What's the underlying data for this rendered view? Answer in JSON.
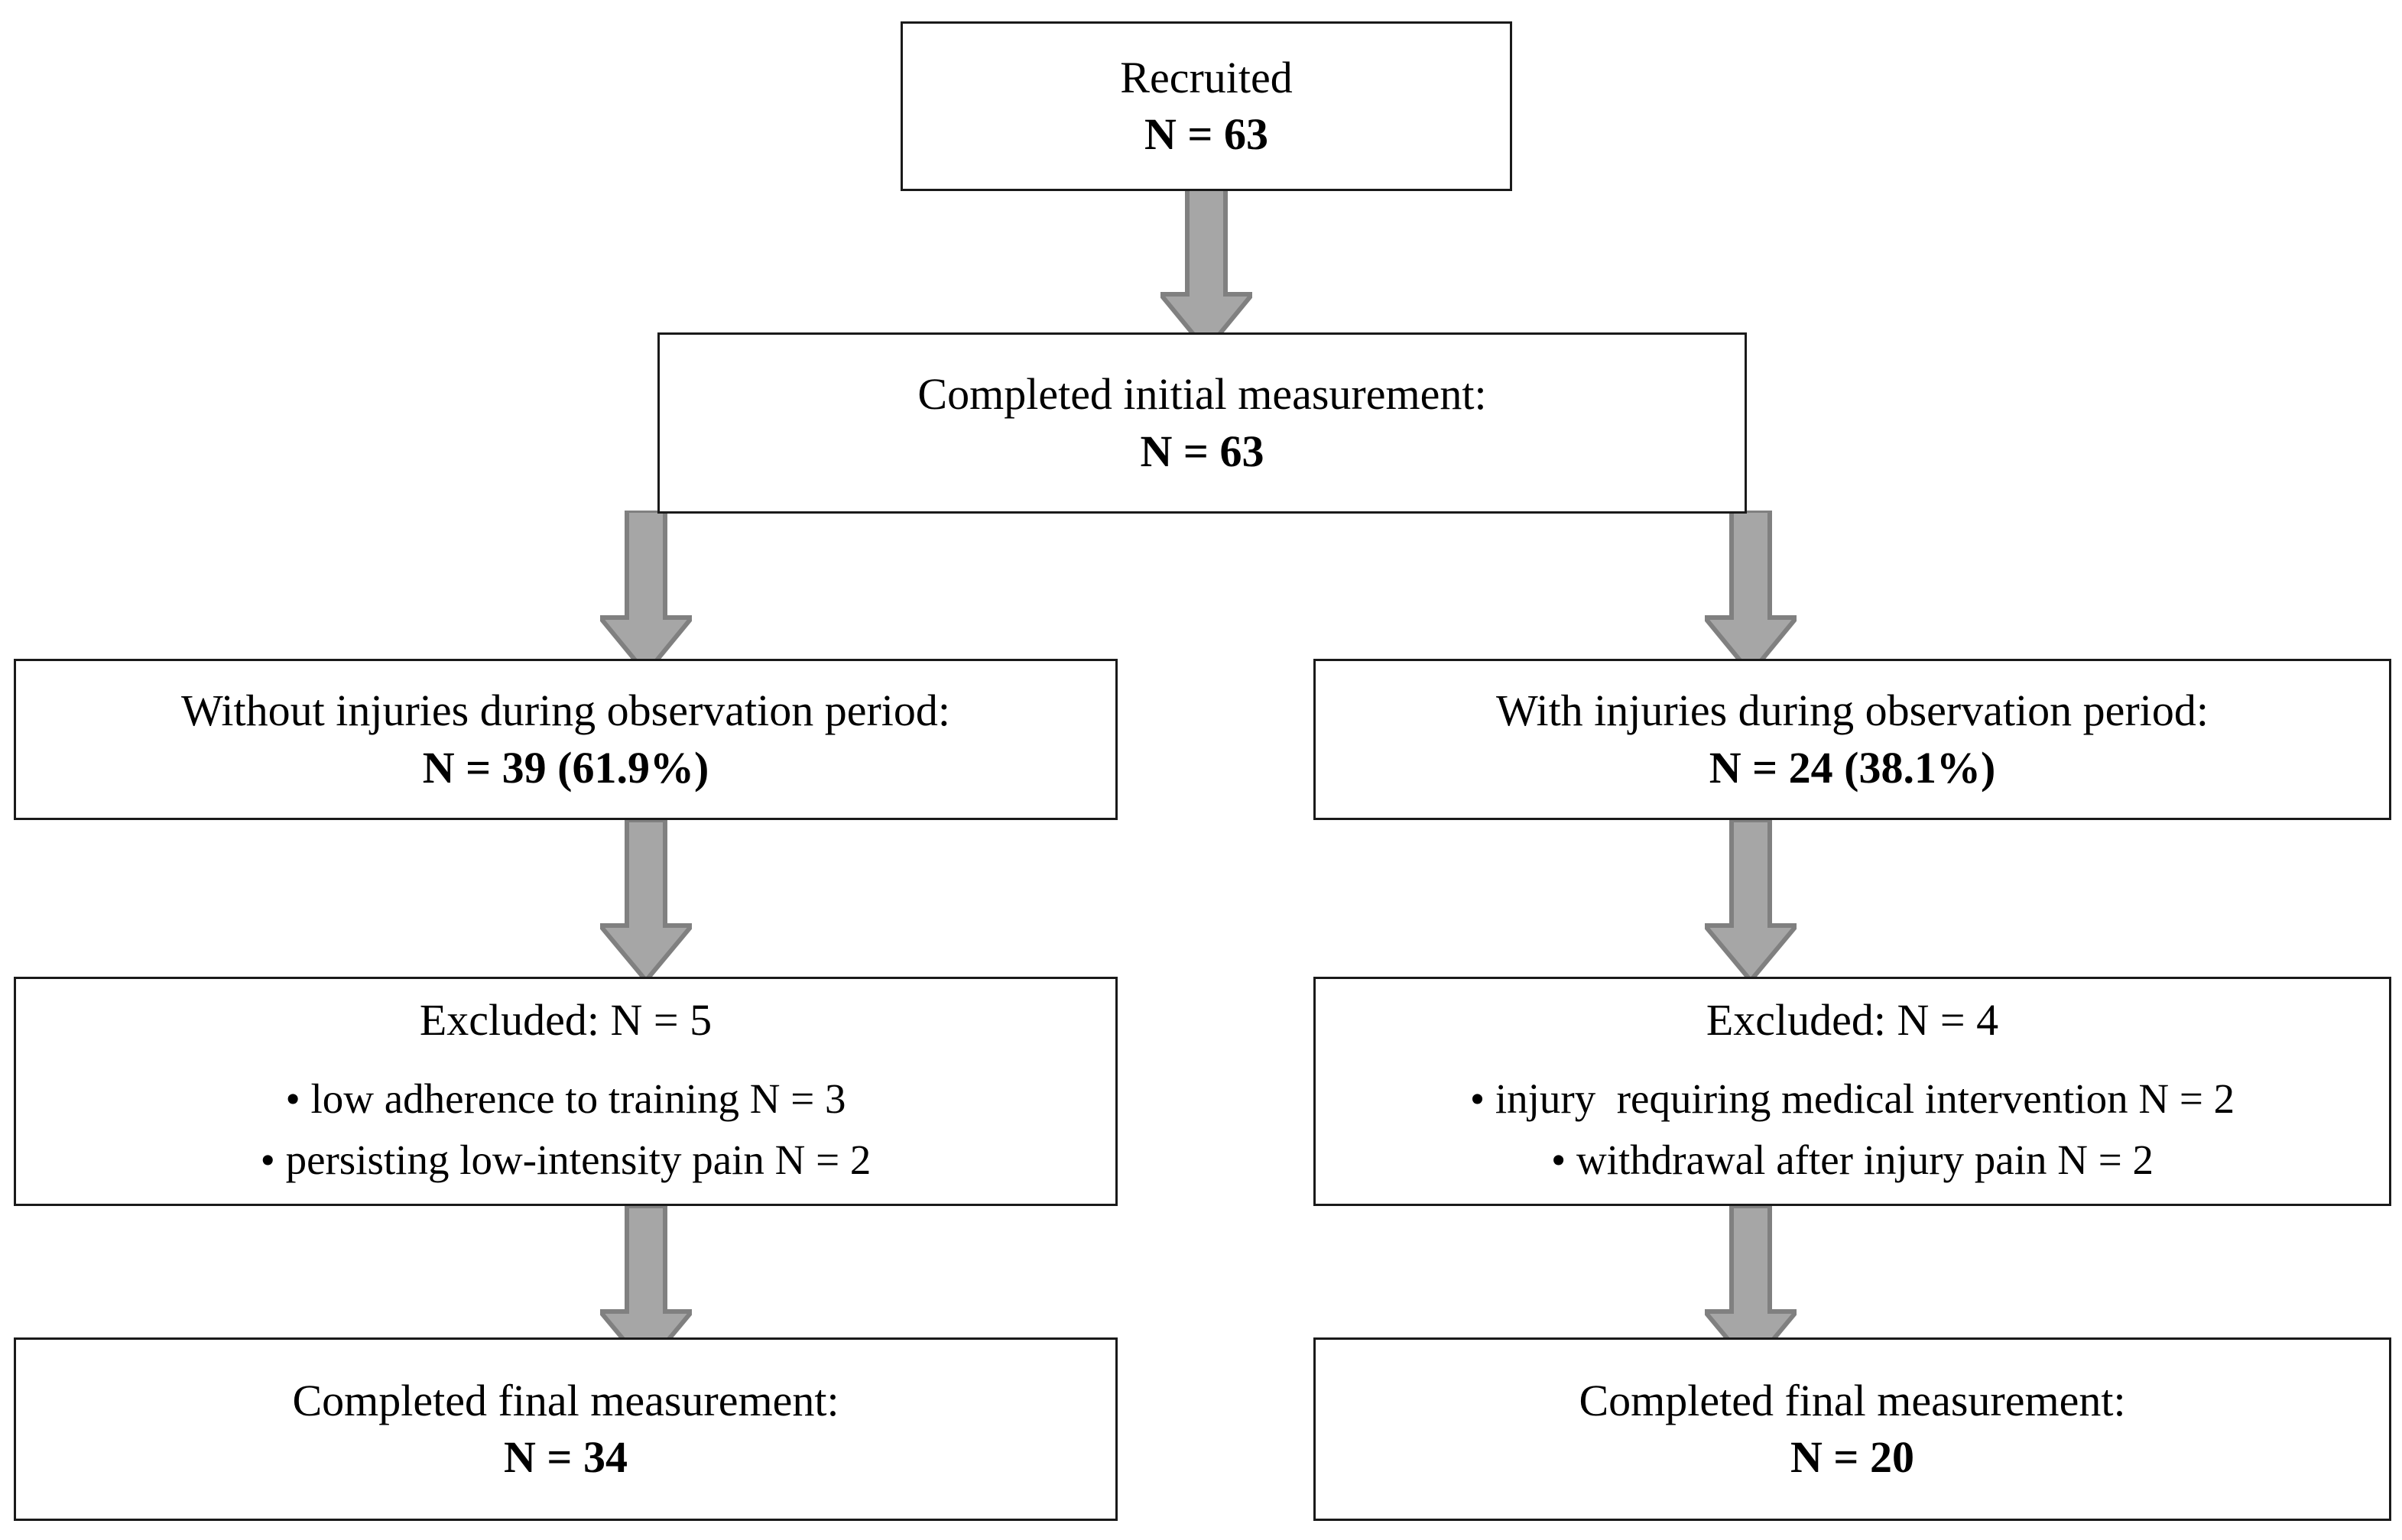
{
  "figure": {
    "type": "flowchart",
    "orientation": "top-down",
    "colors": {
      "box_border": "#1a1a1a",
      "box_fill": "#ffffff",
      "arrow_fill": "#a6a6a6",
      "arrow_stroke": "#808080",
      "text": "#000000"
    }
  },
  "nodes": {
    "recruited": {
      "line1": "Recruited",
      "line2": "N = 63"
    },
    "initial_measurement": {
      "line1": "Completed initial measurement:",
      "line2": "N = 63"
    },
    "without_injuries": {
      "line1": "Without injuries during observation period:",
      "line2": "N = 39 (61.9%)"
    },
    "with_injuries": {
      "line1": "With injuries during observation period:",
      "line2": "N = 24 (38.1%)"
    },
    "excluded_left": {
      "heading_text": "Excluded: ",
      "heading_value": "N = 5",
      "bullets": [
        "• low adherence to training N = 3",
        "• persisting low-intensity pain N = 2"
      ]
    },
    "excluded_right": {
      "heading_text": "Excluded: ",
      "heading_value": "N = 4",
      "bullets": [
        "• injury  requiring medical intervention N = 2",
        "• withdrawal after injury pain N = 2"
      ]
    },
    "final_left": {
      "line1": "Completed final measurement:",
      "line2": "N = 34"
    },
    "final_right": {
      "line1": "Completed final measurement:",
      "line2": "N = 20"
    }
  },
  "arrows": {
    "a1": "down-arrow-icon",
    "a2_left": "down-arrow-icon",
    "a2_right": "down-arrow-icon",
    "a3_left": "down-arrow-icon",
    "a3_right": "down-arrow-icon",
    "a4_left": "down-arrow-icon",
    "a4_right": "down-arrow-icon"
  }
}
